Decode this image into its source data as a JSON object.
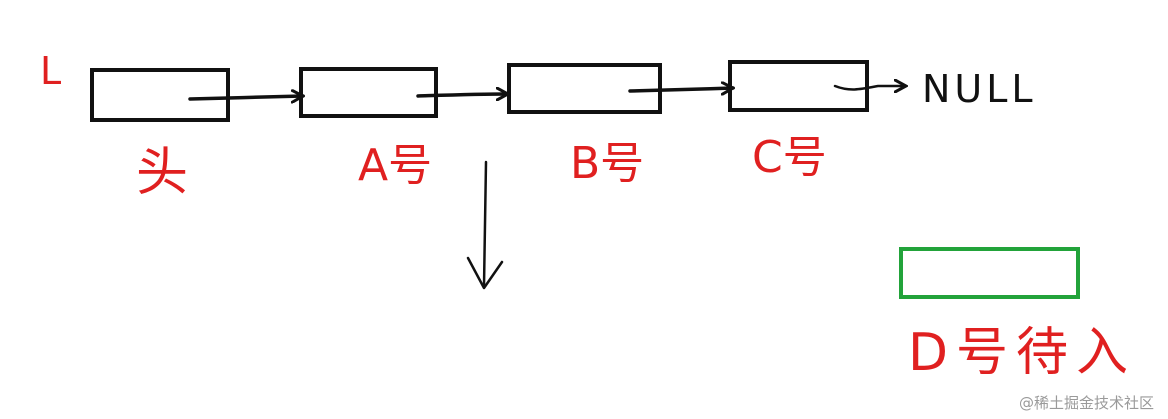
{
  "diagram": {
    "list_label": "L",
    "nodes": [
      {
        "id": "head",
        "label": "头"
      },
      {
        "id": "a",
        "label": "A号"
      },
      {
        "id": "b",
        "label": "B号"
      },
      {
        "id": "c",
        "label": "C号"
      }
    ],
    "null_label": "NULL",
    "pending_node": {
      "label": "D号待入"
    },
    "colors": {
      "ink": "#111111",
      "label_red": "#e02020",
      "pending_green": "#22a33a"
    }
  },
  "watermark": "@稀土掘金技术社区"
}
